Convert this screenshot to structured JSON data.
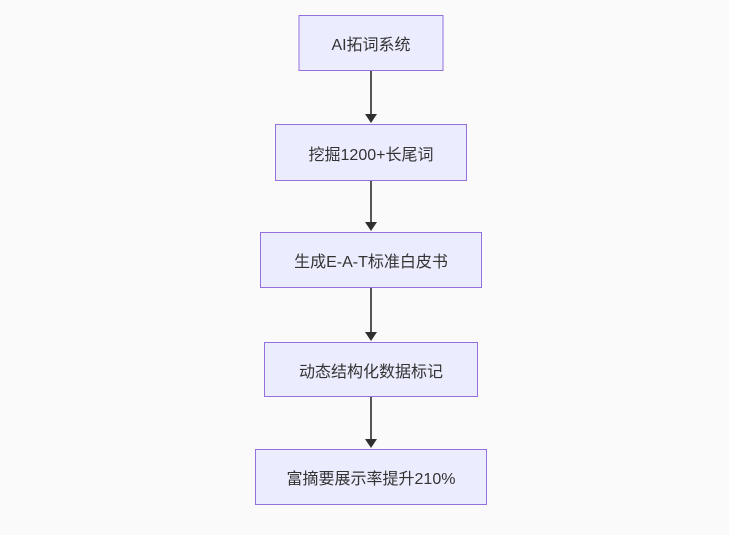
{
  "diagram": {
    "type": "flowchart",
    "direction": "top-down",
    "nodes": [
      {
        "id": "n1",
        "label": "AI拓词系统"
      },
      {
        "id": "n2",
        "label": "挖掘1200+长尾词"
      },
      {
        "id": "n3",
        "label": "生成E-A-T标准白皮书"
      },
      {
        "id": "n4",
        "label": "动态结构化数据标记"
      },
      {
        "id": "n5",
        "label": "富摘要展示率提升210%"
      }
    ],
    "edges": [
      {
        "from": "n1",
        "to": "n2",
        "style": "arrow-down"
      },
      {
        "from": "n2",
        "to": "n3",
        "style": "arrow-down"
      },
      {
        "from": "n3",
        "to": "n4",
        "style": "arrow-down"
      },
      {
        "from": "n4",
        "to": "n5",
        "style": "arrow-down"
      }
    ],
    "colors": {
      "background": "#fafafa",
      "node_fill": "#ececff",
      "node_border": "#9370db",
      "node_text": "#333333",
      "edge_line": "#555555",
      "arrowhead": "#2f2f2f"
    }
  }
}
